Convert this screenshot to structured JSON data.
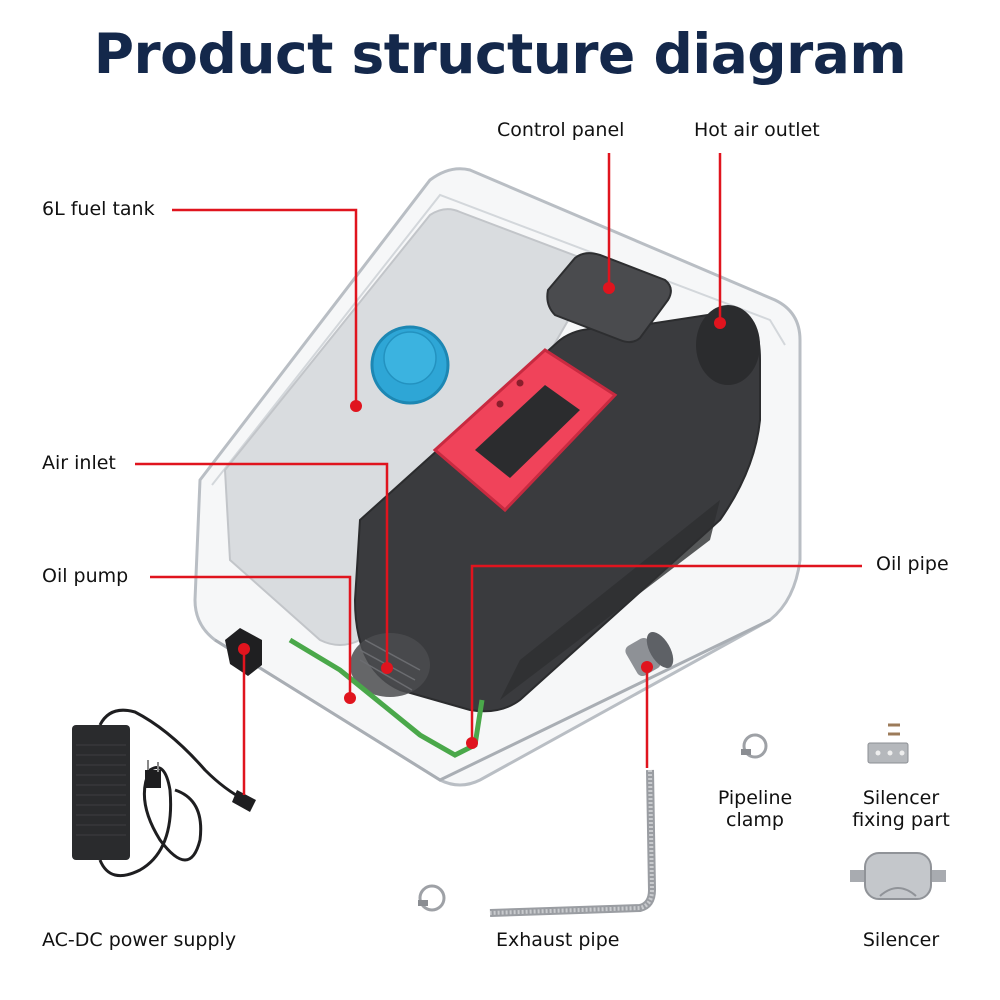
{
  "title": "Product structure diagram",
  "colors": {
    "title": "#14284b",
    "leader": "#e0141e",
    "fuel_cap": "#2ea6d6",
    "handle": "#f0435a",
    "body": "#3a3b3e",
    "oil_line": "#4aa84a"
  },
  "callouts": {
    "fuel_tank": "6L fuel tank",
    "control_panel": "Control panel",
    "hot_air_outlet": "Hot air outlet",
    "air_inlet": "Air inlet",
    "oil_pump": "Oil pump",
    "oil_pipe": "Oil pipe"
  },
  "accessories": {
    "power_supply": "AC-DC power supply",
    "exhaust_pipe": "Exhaust pipe",
    "pipeline_clamp": [
      "Pipeline",
      "clamp"
    ],
    "silencer_fixing_part": [
      "Silencer",
      "fixing part"
    ],
    "silencer": "Silencer"
  }
}
